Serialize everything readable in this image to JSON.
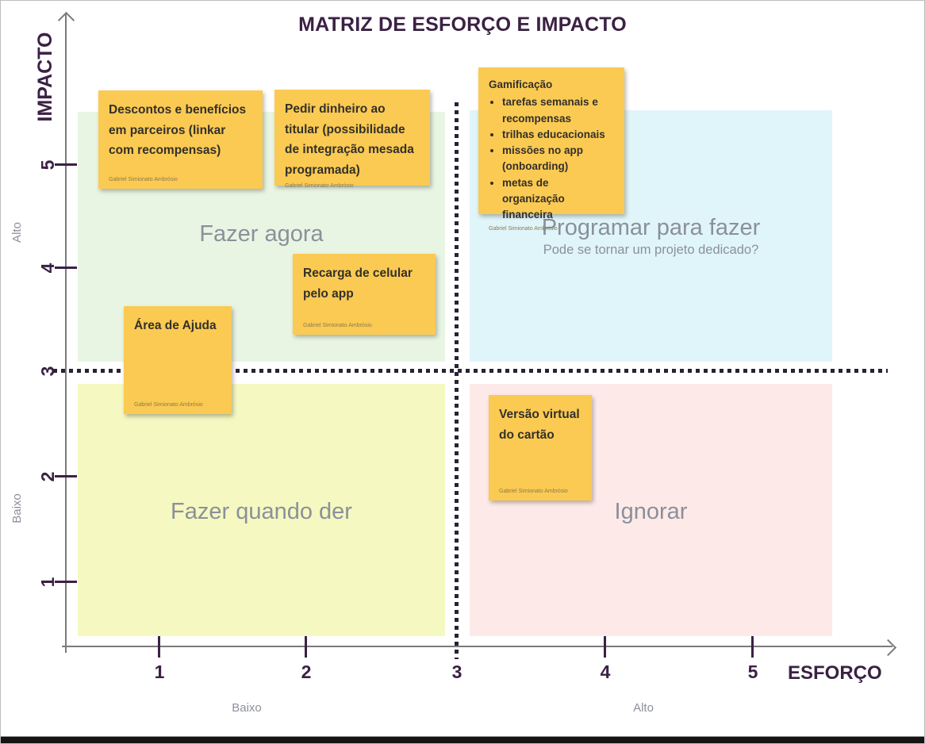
{
  "title": "MATRIZ DE ESFORÇO E IMPACTO",
  "axes": {
    "y_label": "IMPACTO",
    "x_label": "ESFORÇO",
    "y_ticks": [
      "5",
      "4",
      "3",
      "2",
      "1"
    ],
    "x_ticks": [
      "1",
      "2",
      "3",
      "4",
      "5"
    ],
    "y_zone_high": "Alto",
    "y_zone_low": "Baixo",
    "x_zone_low": "Baixo",
    "x_zone_high": "Alto"
  },
  "quadrants": {
    "top_left": {
      "label": "Fazer agora"
    },
    "top_right": {
      "label": "Programar para fazer",
      "subtitle": "Pode se tornar um projeto dedicado?"
    },
    "bottom_left": {
      "label": "Fazer quando der"
    },
    "bottom_right": {
      "label": "Ignorar"
    }
  },
  "notes": [
    {
      "text": "Descontos e benefícios em parceiros (linkar com recompensas)",
      "author": "Gabriel Simionato Ambrósio"
    },
    {
      "text": "Pedir dinheiro ao titular (possibilidade de integração mesada programada)",
      "author": "Gabriel Simionato Ambrósio"
    },
    {
      "text": "Gamificação",
      "bullets": [
        "tarefas semanais e recompensas",
        "trilhas educacionais",
        "missões no app (onboarding)",
        "metas de organização financeira"
      ],
      "author": "Gabriel Simionato Ambrósio"
    },
    {
      "text": "Recarga de celular pelo app",
      "author": "Gabriel Simionato Ambrósio"
    },
    {
      "text": "Área de Ajuda",
      "author": "Gabriel Simionato Ambrósio"
    },
    {
      "text": "Versão virtual do cartão",
      "author": "Gabriel Simionato Ambrósio"
    }
  ],
  "colors": {
    "title": "#3b2144",
    "axis_line": "#7b7b7b",
    "quadrant_label": "#8b909a",
    "note_fill": "#fbca52",
    "quadrant_top_left_fill": "#e9f5e3",
    "quadrant_top_right_fill": "#e0f5fa",
    "quadrant_bottom_left_fill": "#f5f8c0",
    "quadrant_bottom_right_fill": "#fdeae8",
    "dashed_line": "#2a2135"
  }
}
